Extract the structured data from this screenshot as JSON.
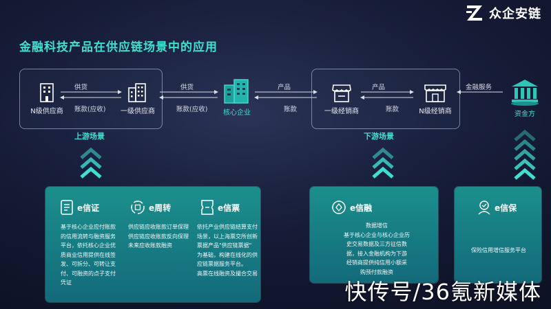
{
  "brand": {
    "name": "众企安链"
  },
  "title": "金融科技产品在供应链场景中的应用",
  "nodes": {
    "n_supplier": "N级供应商",
    "first_supplier": "一级供应商",
    "core": "核心企业",
    "first_dealer": "一级经销商",
    "n_dealer": "N级经销商",
    "funder": "资金方"
  },
  "edges": {
    "supply_1": "供货",
    "ar_1": "账款(应收)",
    "supply_2": "供货",
    "ar_2": "账款(应收)",
    "product_1": "产品",
    "payment_1": "账款",
    "product_2": "产品",
    "payment_2": "账款",
    "financial_service": "金融服务"
  },
  "scenes": {
    "upstream": "上游场景",
    "downstream": "下游场景"
  },
  "cards": {
    "e_cert": {
      "name": "e信证",
      "lines": [
        "基于核心企业应付账款",
        "的信用流转与融资服务",
        "平台，依托核心企业优",
        "质商业信用提供在线签",
        "发、可拆分、可转让支",
        "付、可融资的点子支付",
        "凭证"
      ]
    },
    "e_turnover": {
      "name": "e周转",
      "lines": [
        "供应链应收账款订单保理",
        "供应链应收账款反向保理",
        "未来应收账款融资"
      ]
    },
    "e_bill": {
      "name": "e信票",
      "lines": [
        "依托产业供应链结算支付",
        "场景，以上海票交所创新",
        "票据产品\"供应链票据\"",
        "为基础，构建在线化的供",
        "应链票据服务平台。",
        "高票在线融资及撮合交易"
      ]
    },
    "e_finance": {
      "name": "e信融",
      "lines": [
        "数据增信",
        "基于核心企业与核心企业历",
        "史交易数据及三方征信数",
        "据，接入金融机构为下游",
        "经销商提供纯信用小额采",
        "购预付款融资"
      ]
    },
    "e_guarantee": {
      "name": "e信保",
      "lines": [
        "保险信用增信服务平台"
      ]
    }
  },
  "watermark": "快传号/36氪新媒体",
  "colors": {
    "accent": "#3fe0d0",
    "panel": "#1b8f8c"
  }
}
